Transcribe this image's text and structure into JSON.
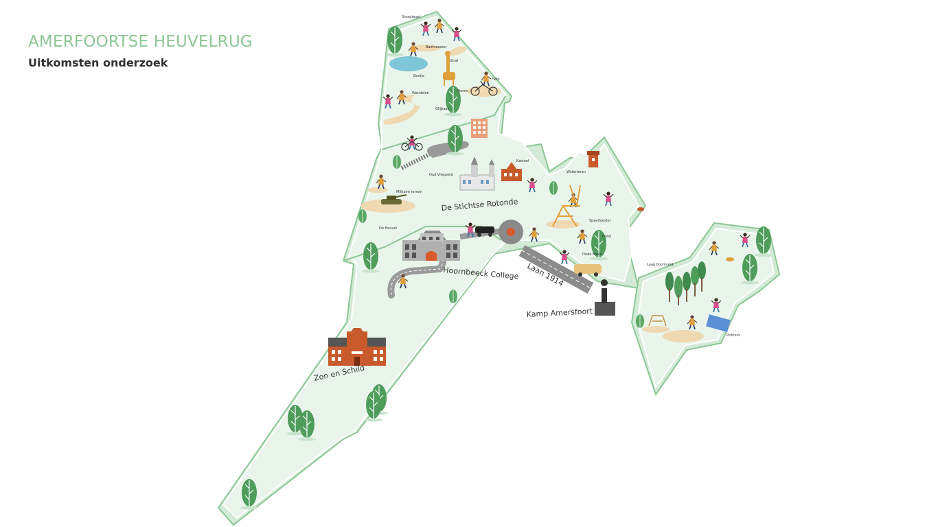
{
  "header": {
    "title": "AMERFOORTSE HEUVELRUG",
    "subtitle": "Uitkomsten onderzoek"
  },
  "colors": {
    "map_fill": "#e6f3e8",
    "map_fill_dark": "#d3ebd6",
    "map_outline": "#8cc795",
    "tree": "#4f9c5b",
    "brick": "#c85a2c",
    "road": "#8c8c8c",
    "sand": "#efd9b3"
  },
  "map": {
    "labels_large": {
      "zon_en_schild": "Zon en Schild",
      "hoornbeeck_college": "Hoornbeeck College",
      "stichtse_rotonde": "De Stichtse Rotonde",
      "laan_1914": "Laan 1914",
      "kamp_amersfoort": "Kamp Amersfoort"
    },
    "labels_small": {
      "stoeptegel": "Stoeptegel",
      "badmeester": "Badmeester",
      "bootje": "Bootje",
      "giraf": "Giraf",
      "fiets": "Fiets",
      "wandelen": "Wandelen",
      "dieren": "Dieren",
      "glijbaan": "Glijbaan",
      "oud_vliegveld": "Oud Vliegveld",
      "militaire_terrein": "Militaire terrein",
      "de_heuvel": "De Heuvel",
      "watertoren": "Watertoren",
      "kasteel": "Kasteel",
      "speeltoestel": "Speeltoestel",
      "hond": "Hond",
      "oude_boom": "Oude boom",
      "laag_boomveld": "Laag boomveld",
      "picknick": "Picknick"
    }
  }
}
